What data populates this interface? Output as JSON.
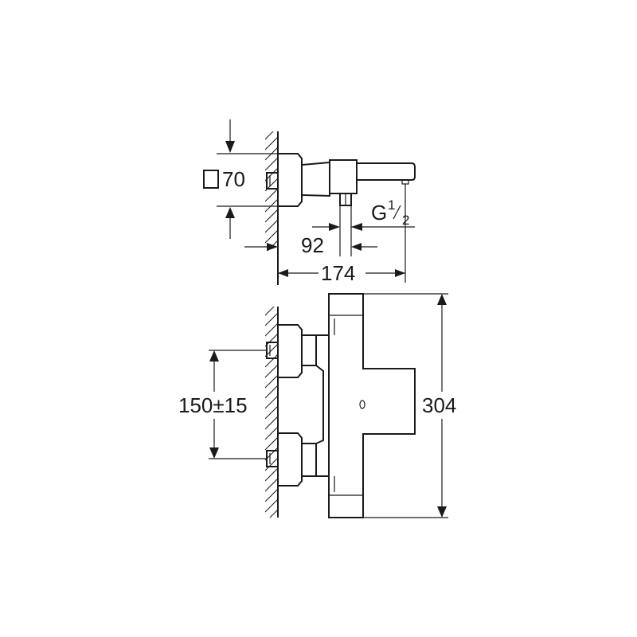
{
  "dimensions": {
    "square_size": "70",
    "thread_prefix": "G",
    "thread_num": "1",
    "thread_den": "2",
    "spout_offset": "92",
    "projection": "174",
    "inlet_spacing": "150±15",
    "body_height": "304"
  }
}
